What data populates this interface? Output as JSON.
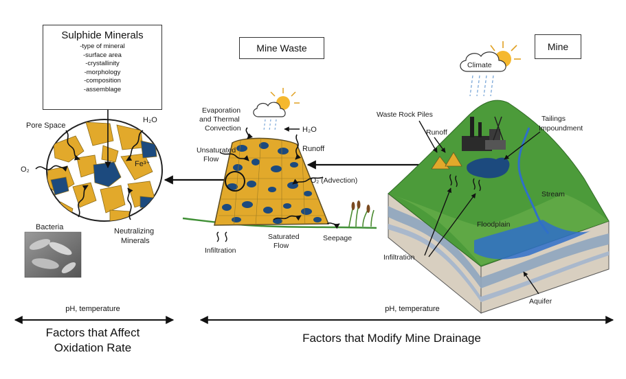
{
  "sulphide": {
    "title": "Sulphide Minerals",
    "factors": [
      "-type of mineral",
      "-surface area",
      "-crystallinity",
      "-morphology",
      "-composition",
      "-assemblage"
    ]
  },
  "grain_labels": {
    "pore_space": "Pore Space",
    "water": "H₂O",
    "oxygen": "O₂",
    "iron": "Fe³⁺",
    "bacteria": "Bacteria",
    "neutralizing_1": "Neutralizing",
    "neutralizing_2": "Minerals"
  },
  "mine_waste": {
    "title": "Mine Waste",
    "evap_1": "Evaporation",
    "evap_2": "and Thermal",
    "evap_3": "Convection",
    "water": "H₂O",
    "unsat_1": "Unsaturated",
    "unsat_2": "Flow",
    "runoff": "Runoff",
    "oxygen": "O₂ (Advection)",
    "infiltration": "Infiltration",
    "sat_1": "Saturated",
    "sat_2": "Flow",
    "seepage": "Seepage"
  },
  "mine": {
    "title": "Mine",
    "climate": "Climate",
    "waste_rock": "Waste Rock Piles",
    "runoff": "Runoff",
    "tailings_1": "Tailings",
    "tailings_2": "Impoundment",
    "stream": "Stream",
    "floodplain": "Floodplain",
    "infiltration": "Infiltration",
    "aquifer": "Aquifer"
  },
  "bottom": {
    "left_sub": "pH, temperature",
    "left_title_1": "Factors that Affect",
    "left_title_2": "Oxidation Rate",
    "right_sub": "pH, temperature",
    "right_title": "Factors that Modify Mine Drainage"
  },
  "colors": {
    "grain": "#E2A92B",
    "sulphide": "#1C4A7E",
    "grass": "#4C9B3A",
    "water": "#2F6FC9",
    "soil": "#D8CFC0",
    "aquifer": "#8FA5BF"
  }
}
